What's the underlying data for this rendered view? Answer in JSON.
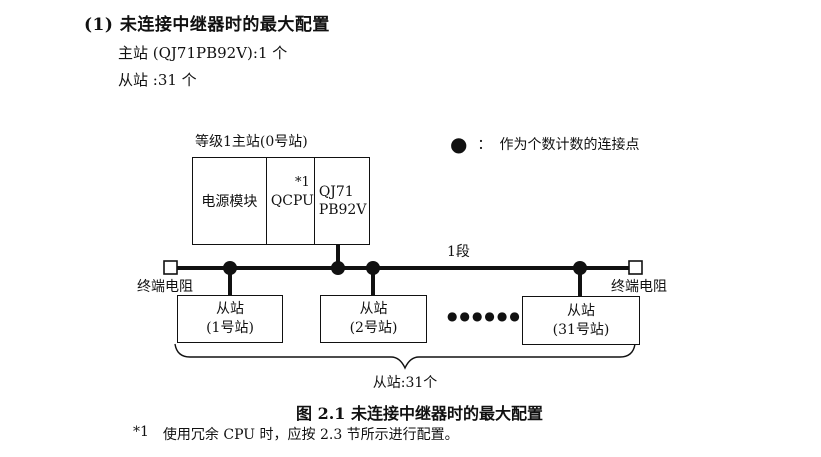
{
  "page": {
    "heading": "(1) 未连接中继器时的最大配置",
    "spec_lines": [
      "主站 (QJ71PB92V):1 个",
      "从站 :31 个"
    ],
    "caption": "图 2.1 未连接中继器时的最大配置",
    "footnote": {
      "marker": "*1",
      "text": "使用冗余 CPU 时，应按 2.3 节所示进行配置。"
    }
  },
  "diagram": {
    "master_station_label": "等级1主站(0号站)",
    "legend": {
      "symbol": "●",
      "separator": "：",
      "label": "作为个数计数的连接点"
    },
    "modules": {
      "power": "电源模块",
      "cpu": "QCPU",
      "cpu_note": "*1",
      "network_line1": "QJ71",
      "network_line2": "PB92V"
    },
    "segment_label": "1段",
    "terminator_left": "终端电阻",
    "terminator_right": "终端电阻",
    "slaves": [
      {
        "name": "从站",
        "station": "(1号站)"
      },
      {
        "name": "从站",
        "station": "(2号站)"
      },
      {
        "name": "从站",
        "station": "(31号站)"
      }
    ],
    "ellipsis": "●●●●●●",
    "slave_count_label": "从站:31个"
  },
  "colors": {
    "ink": "#111111",
    "background": "#ffffff"
  }
}
